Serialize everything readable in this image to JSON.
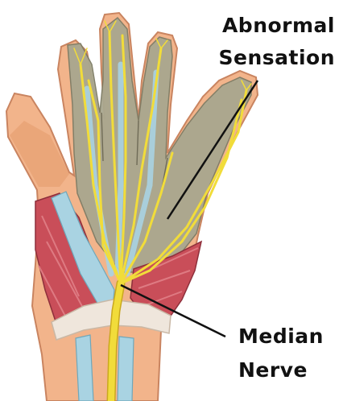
{
  "labels": {
    "abnormal_line1": "Abnormal",
    "abnormal_line2": "Sensation",
    "median_line1": "Median",
    "median_line2": "Nerve"
  },
  "colors": {
    "skin": "#F2B48B",
    "skin_shadow": "#E39A6C",
    "affected_area": "#A9A78F",
    "nerve": "#F1DC3A",
    "nerve_outline": "#C9A81E",
    "tendon": "#A9D3E2",
    "muscle": "#C94E59",
    "muscle_light": "#E07F86",
    "ligament": "#EFE6DC",
    "pointer": "#111111"
  }
}
